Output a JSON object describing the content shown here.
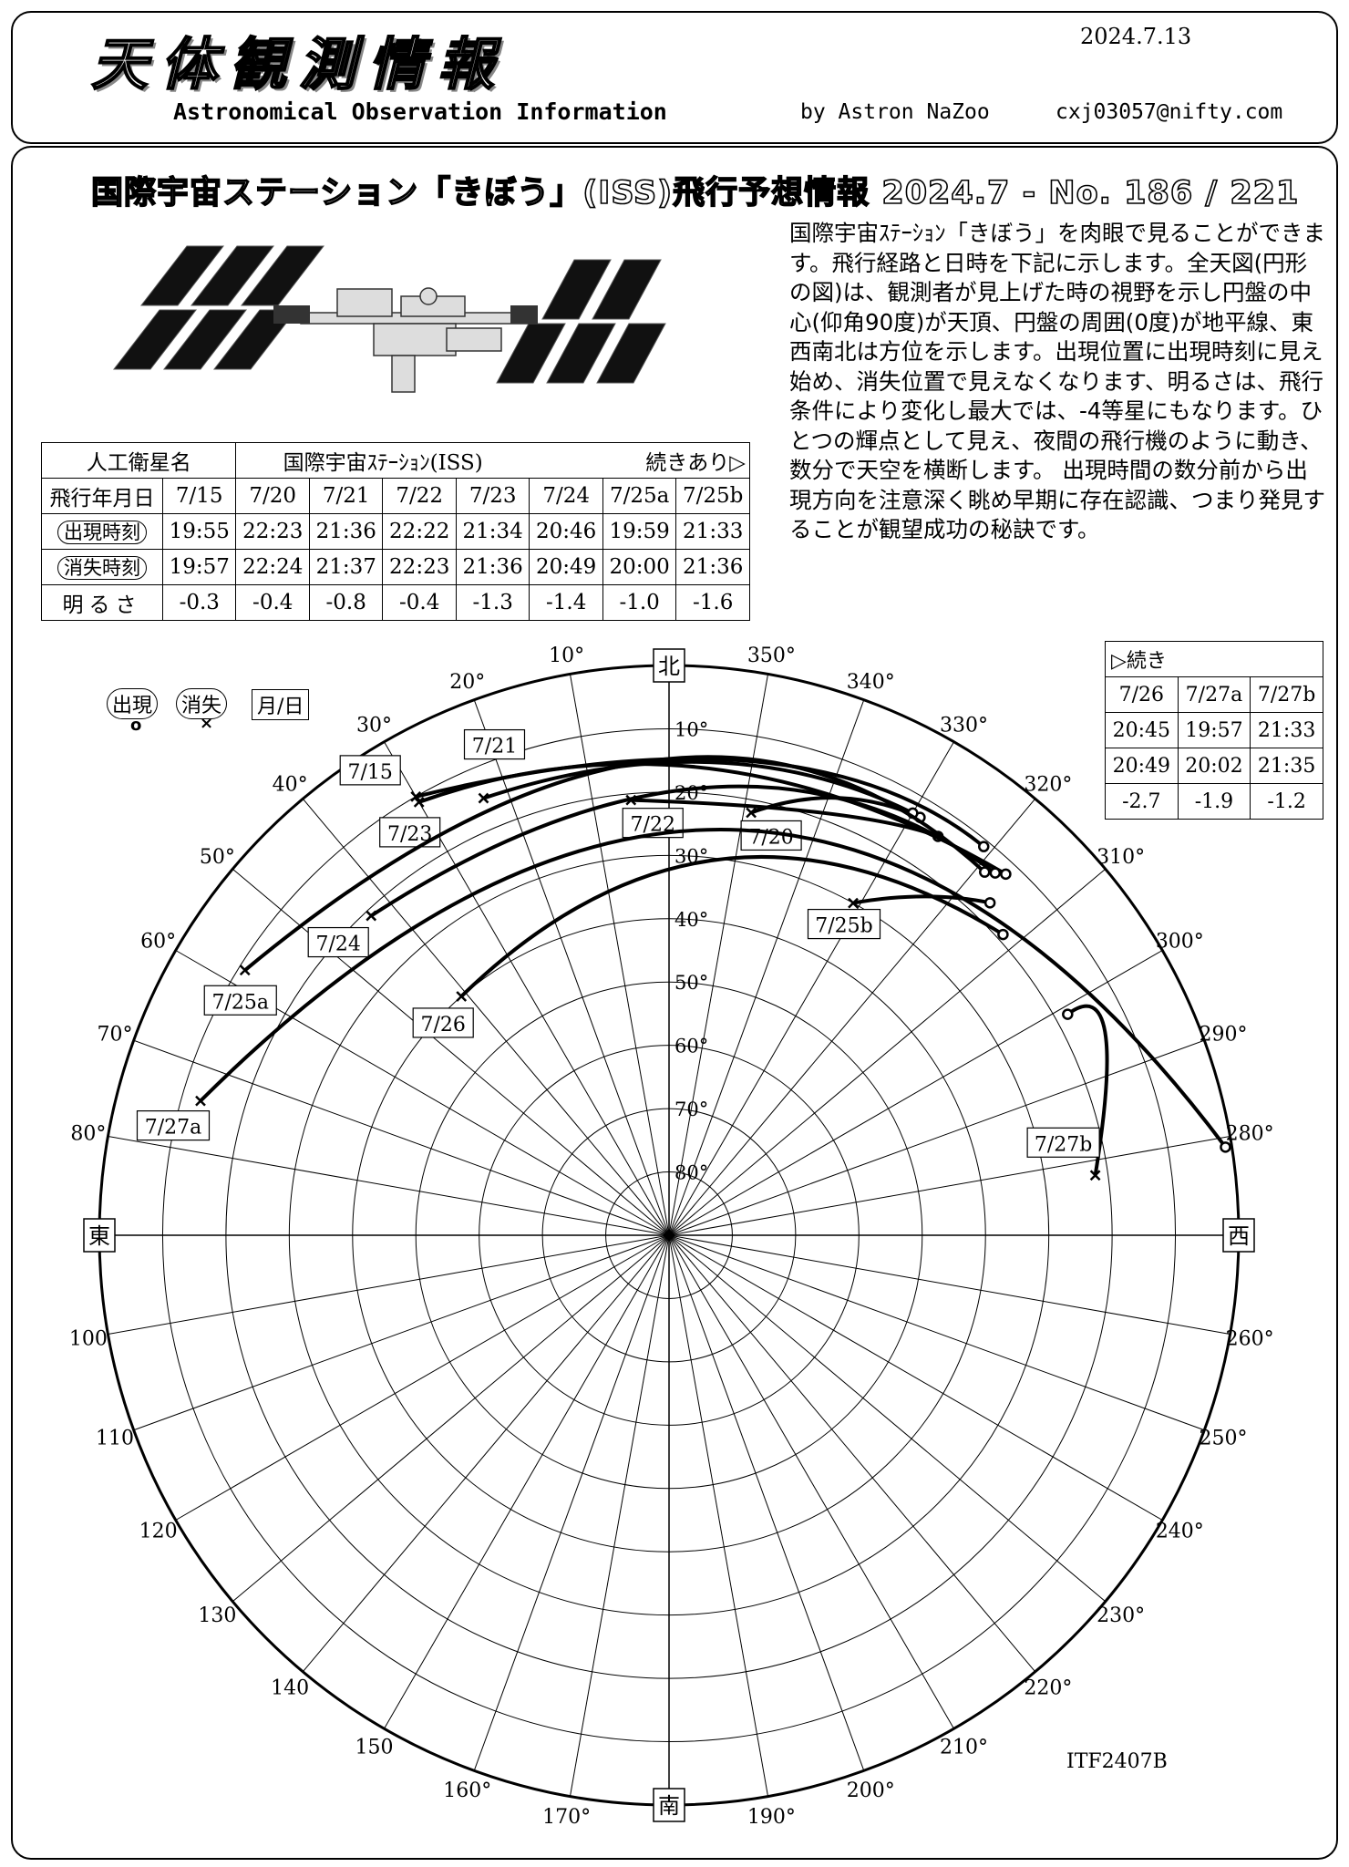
{
  "header": {
    "title": "天体観測情報",
    "subtitle": "Astronomical Observation Information",
    "date": "2024.7.13",
    "byline": "by Astron NaZoo",
    "email": "cxj03057@nifty.com"
  },
  "main_title": "国際宇宙ステーション「きぼう」(ISS)飛行予想情報 2024.7 - No. 186 / 221",
  "intro": "国際宇宙ｽﾃｰｼｮﾝ「きぼう」を肉眼で見ることができます。飛行経路と日時を下記に示します。全天図(円形の図)は、観測者が見上げた時の視野を示し円盤の中心(仰角90度)が天頂、円盤の周囲(0度)が地平線、東西南北は方位を示します。出現位置に出現時刻に見え始め、消失位置で見えなくなります、明るさは、飛行条件により変化し最大では、-4等星にもなります。ひとつの輝点として見え、夜間の飛行機のように動き、数分で天空を横断します。 出現時間の数分前から出現方向を注意深く眺め早期に存在認識、つまり発見することが観望成功の秘訣です。",
  "table1": {
    "h_satellite": "人工衛星名",
    "h_name": "国際宇宙ｽﾃｰｼｮﾝ(ISS)",
    "h_cont": "続きあり▷",
    "r_date": "飛行年月日",
    "r_appear": "出現時刻",
    "r_vanish": "消失時刻",
    "r_mag": "明るさ",
    "dates": [
      "7/15",
      "7/20",
      "7/21",
      "7/22",
      "7/23",
      "7/24",
      "7/25a",
      "7/25b"
    ],
    "appear": [
      "19:55",
      "22:23",
      "21:36",
      "22:22",
      "21:34",
      "20:46",
      "19:59",
      "21:33"
    ],
    "vanish": [
      "19:57",
      "22:24",
      "21:37",
      "22:23",
      "21:36",
      "20:49",
      "20:00",
      "21:36"
    ],
    "mag": [
      "-0.3",
      "-0.4",
      "-0.8",
      "-0.4",
      "-1.3",
      "-1.4",
      "-1.0",
      "-1.6"
    ]
  },
  "table2": {
    "h": "▷続き",
    "dates": [
      "7/26",
      "7/27a",
      "7/27b"
    ],
    "appear": [
      "20:45",
      "19:57",
      "21:33"
    ],
    "vanish": [
      "20:49",
      "20:02",
      "21:35"
    ],
    "mag": [
      "-2.7",
      "-1.9",
      "-1.2"
    ]
  },
  "legend": {
    "appear": "出現",
    "vanish": "消失",
    "month_day": "月/日",
    "appear_symbol": "o",
    "vanish_symbol": "×"
  },
  "compass": {
    "north": "北",
    "south": "南",
    "east": "東",
    "west": "西"
  },
  "altitude_labels": [
    "10°",
    "20°",
    "30°",
    "40°",
    "50°",
    "60°",
    "70°",
    "80°"
  ],
  "azimuth_labels": [
    "10°",
    "20°",
    "30°",
    "40°",
    "50°",
    "60°",
    "70°",
    "80°",
    "100",
    "110",
    "120",
    "130",
    "140",
    "150",
    "160°",
    "170°",
    "190°",
    "200°",
    "210°",
    "220°",
    "230°",
    "240°",
    "250°",
    "260°",
    "280°",
    "290°",
    "300°",
    "310°",
    "320°",
    "330°",
    "340°",
    "350°"
  ],
  "code": "ITF2407B",
  "chart_data": {
    "type": "polar-sky-chart",
    "description_units": "azimuth degrees (0=N, 90=E), altitude degrees",
    "passes": [
      {
        "label": "7/15",
        "appear": {
          "az": 321,
          "alt": 11
        },
        "vanish": {
          "az": 30,
          "alt": 10
        },
        "peak": {
          "az": 350,
          "alt": 14
        }
      },
      {
        "label": "7/20",
        "appear": {
          "az": 329,
          "alt": 13
        },
        "vanish": {
          "az": 349,
          "alt": 22
        },
        "peak": {
          "az": 339,
          "alt": 16
        }
      },
      {
        "label": "7/21",
        "appear": {
          "az": 330,
          "alt": 13
        },
        "vanish": {
          "az": 23,
          "alt": 15
        },
        "peak": {
          "az": 355,
          "alt": 15
        }
      },
      {
        "label": "7/22",
        "appear": {
          "az": 326,
          "alt": 14
        },
        "vanish": {
          "az": 5,
          "alt": 21
        },
        "peak": {
          "az": 340,
          "alt": 19
        }
      },
      {
        "label": "7/23",
        "appear": {
          "az": 317,
          "alt": 12
        },
        "vanish": {
          "az": 30,
          "alt": 11
        },
        "peak": {
          "az": 355,
          "alt": 16
        }
      },
      {
        "label": "7/24",
        "appear": {
          "az": 318,
          "alt": 13
        },
        "vanish": {
          "az": 43,
          "alt": 21
        },
        "peak": {
          "az": 355,
          "alt": 19
        }
      },
      {
        "label": "7/25a",
        "appear": {
          "az": 319,
          "alt": 14
        },
        "vanish": {
          "az": 58,
          "alt": 11
        },
        "peak": {
          "az": 2,
          "alt": 15
        }
      },
      {
        "label": "7/25b",
        "appear": {
          "az": 316,
          "alt": 17
        },
        "vanish": {
          "az": 331,
          "alt": 30
        },
        "peak": {
          "az": 323,
          "alt": 23
        }
      },
      {
        "label": "7/26",
        "appear": {
          "az": 312,
          "alt": 19
        },
        "vanish": {
          "az": 41,
          "alt": 40
        },
        "peak": {
          "az": 352,
          "alt": 30
        }
      },
      {
        "label": "7/27a",
        "appear": {
          "az": 279,
          "alt": 1
        },
        "vanish": {
          "az": 74,
          "alt": 13
        },
        "peak": {
          "az": 350,
          "alt": 25
        }
      },
      {
        "label": "7/27b",
        "appear": {
          "az": 299,
          "alt": 18
        },
        "vanish": {
          "az": 278,
          "alt": 22
        },
        "peak": {
          "az": 295,
          "alt": 14
        }
      }
    ]
  }
}
